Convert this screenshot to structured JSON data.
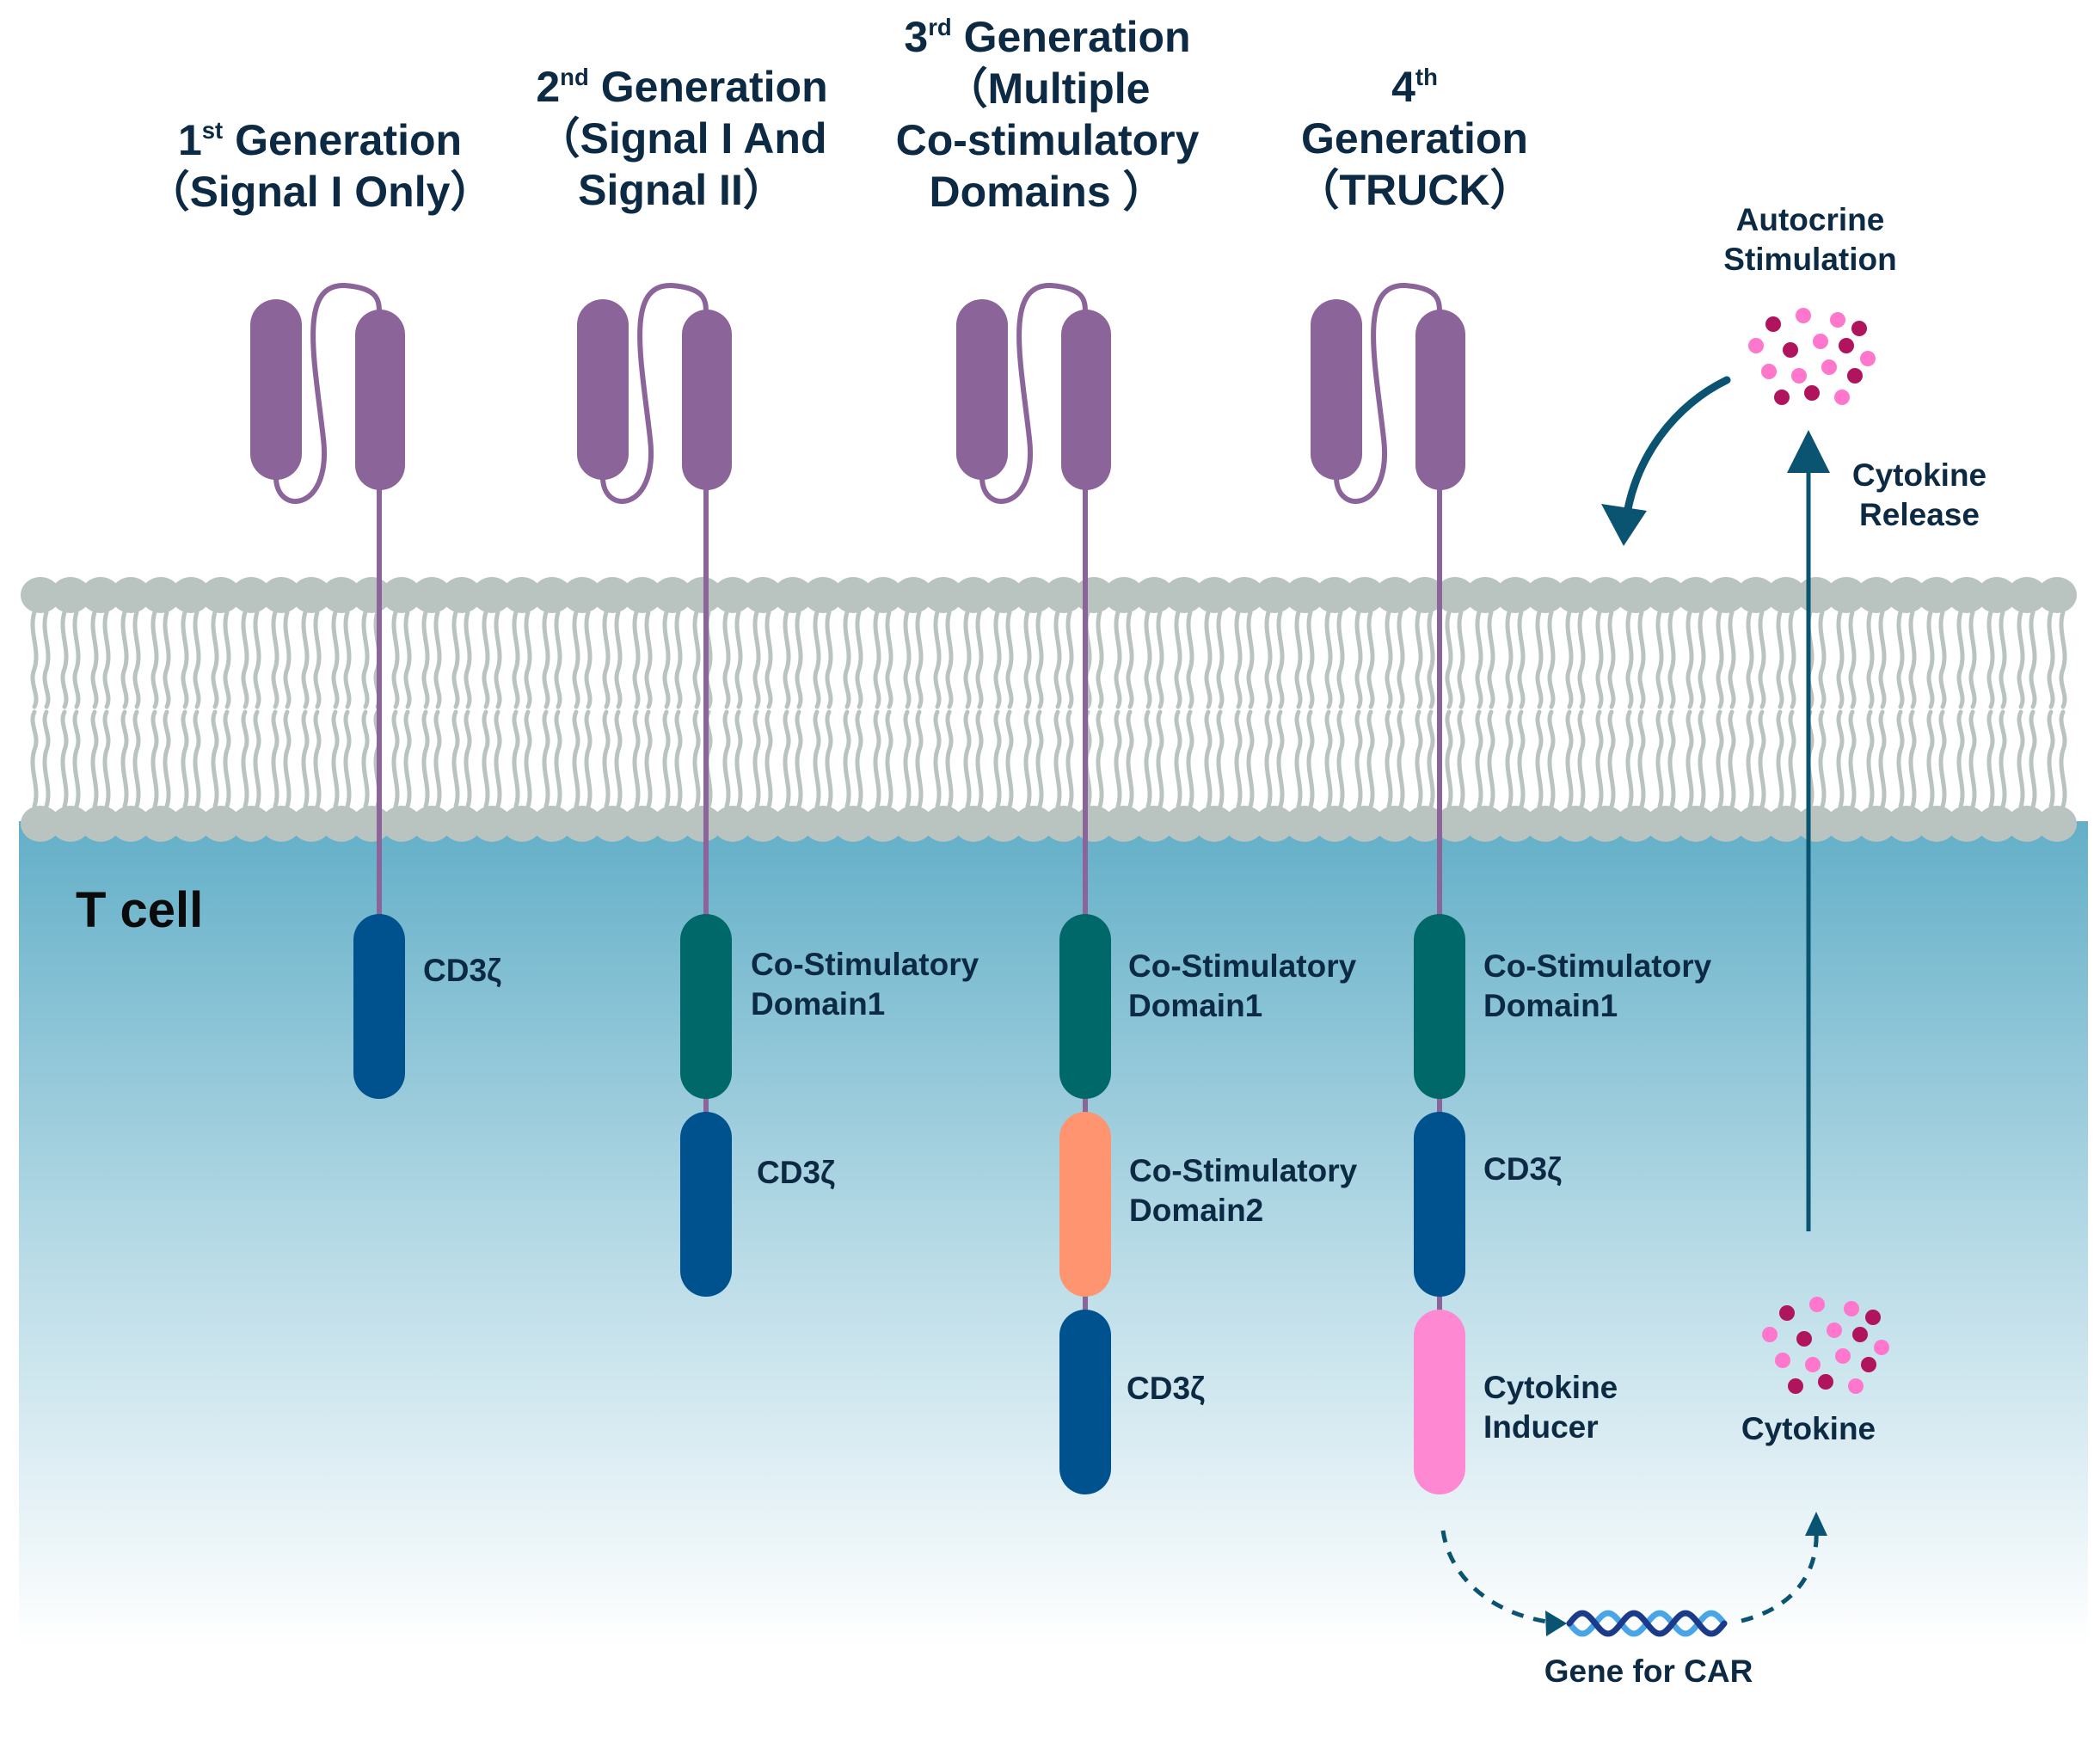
{
  "cell_label": "T cell",
  "generations": [
    {
      "id": "gen1",
      "title_num": "1",
      "title_sup": "st",
      "title_rest": "Generation",
      "title_lines": [
        "（Signal I Only）"
      ],
      "domains": [
        {
          "label_lines": [
            "CD3ζ"
          ],
          "color": "#00528f"
        }
      ]
    },
    {
      "id": "gen2",
      "title_num": "2",
      "title_sup": "nd",
      "title_rest": "Generation",
      "title_lines": [
        "（Signal I And",
        "Signal II）"
      ],
      "domains": [
        {
          "label_lines": [
            "Co-Stimulatory",
            "Domain1"
          ],
          "color": "#006868"
        },
        {
          "label_lines": [
            "CD3ζ"
          ],
          "color": "#00528f"
        }
      ]
    },
    {
      "id": "gen3",
      "title_num": "3",
      "title_sup": "rd",
      "title_rest": "Generation",
      "title_lines": [
        "（Multiple",
        "Co-stimulatory",
        "Domains ）"
      ],
      "domains": [
        {
          "label_lines": [
            "Co-Stimulatory",
            "Domain1"
          ],
          "color": "#006868"
        },
        {
          "label_lines": [
            "Co-Stimulatory",
            "Domain2"
          ],
          "color": "#ff9470"
        },
        {
          "label_lines": [
            "CD3ζ"
          ],
          "color": "#00528f"
        }
      ]
    },
    {
      "id": "gen4",
      "title_num": "4",
      "title_sup": "th",
      "title_rest": "",
      "title_lines": [
        "Generation",
        "（TRUCK）"
      ],
      "domains": [
        {
          "label_lines": [
            "Co-Stimulatory",
            "Domain1"
          ],
          "color": "#006868"
        },
        {
          "label_lines": [
            "CD3ζ"
          ],
          "color": "#00528f"
        },
        {
          "label_lines": [
            "Cytokine",
            "Inducer"
          ],
          "color": "#ff88d2"
        }
      ]
    }
  ],
  "labels": {
    "autocrine": [
      "Autocrine",
      "Stimulation"
    ],
    "release": [
      "Cytokine",
      "Release"
    ],
    "cytokine": "Cytokine",
    "gene": "Gene for CAR"
  },
  "colors": {
    "receptor": "#8b6499",
    "membrane_lipid": "#b9c3bf",
    "cell_fill_top": "#63afc8",
    "arrow": "#0a5471",
    "dot_dark": "#b0145c",
    "dot_light": "#ff77cc",
    "dna_dark": "#1b3a8a",
    "dna_light": "#4aa5e8"
  }
}
